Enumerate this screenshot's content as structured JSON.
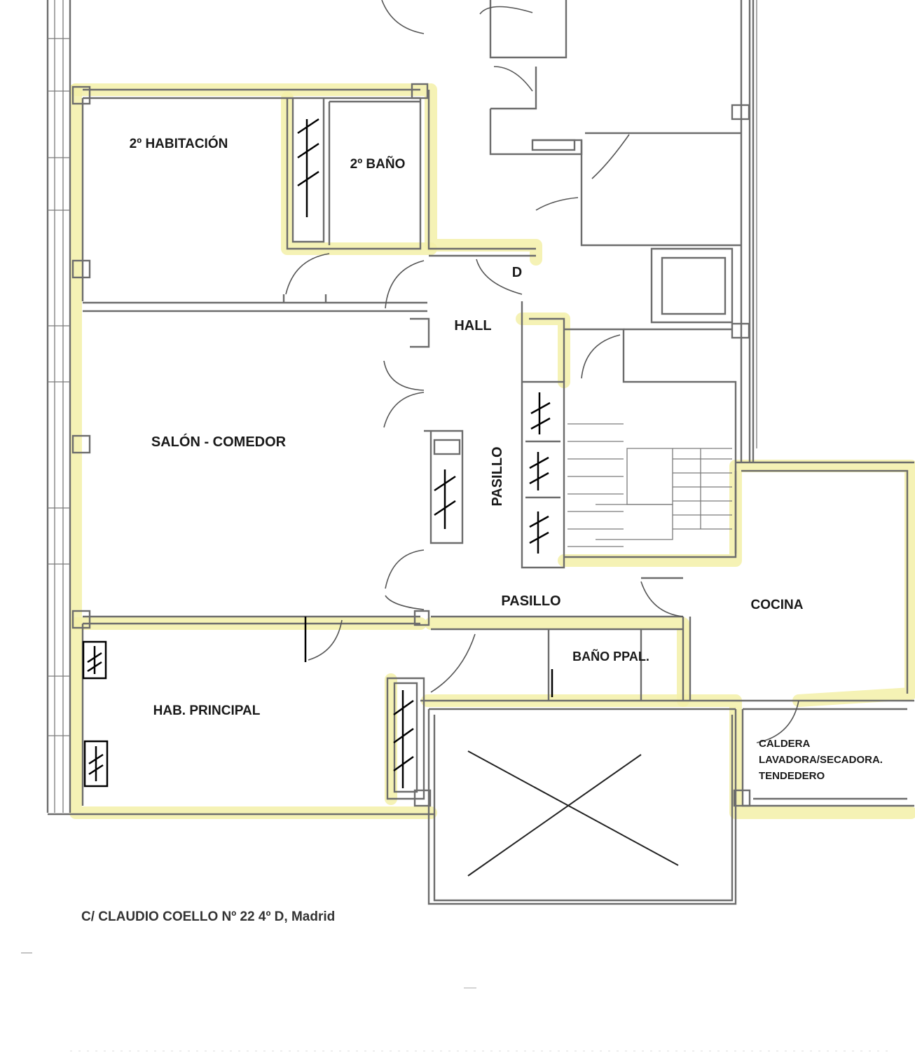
{
  "plan": {
    "rooms": {
      "bedroom2": "2º HABITACIÓN",
      "bath2": "2º BAÑO",
      "d": "D",
      "hall": "HALL",
      "living": "SALÓN - COMEDOR",
      "corridor_v": "PASILLO",
      "corridor_h": "PASILLO",
      "kitchen": "COCINA",
      "main_bath": "BAÑO PPAL.",
      "main_bedroom": "HAB. PRINCIPAL",
      "utility_1": "CALDERA",
      "utility_2": "LAVADORA/SECADORA.",
      "utility_3": "TENDEDERO"
    },
    "address": "C/ CLAUDIO COELLO Nº 22 4º D, Madrid",
    "highlight_color": "#f3f0a8"
  }
}
